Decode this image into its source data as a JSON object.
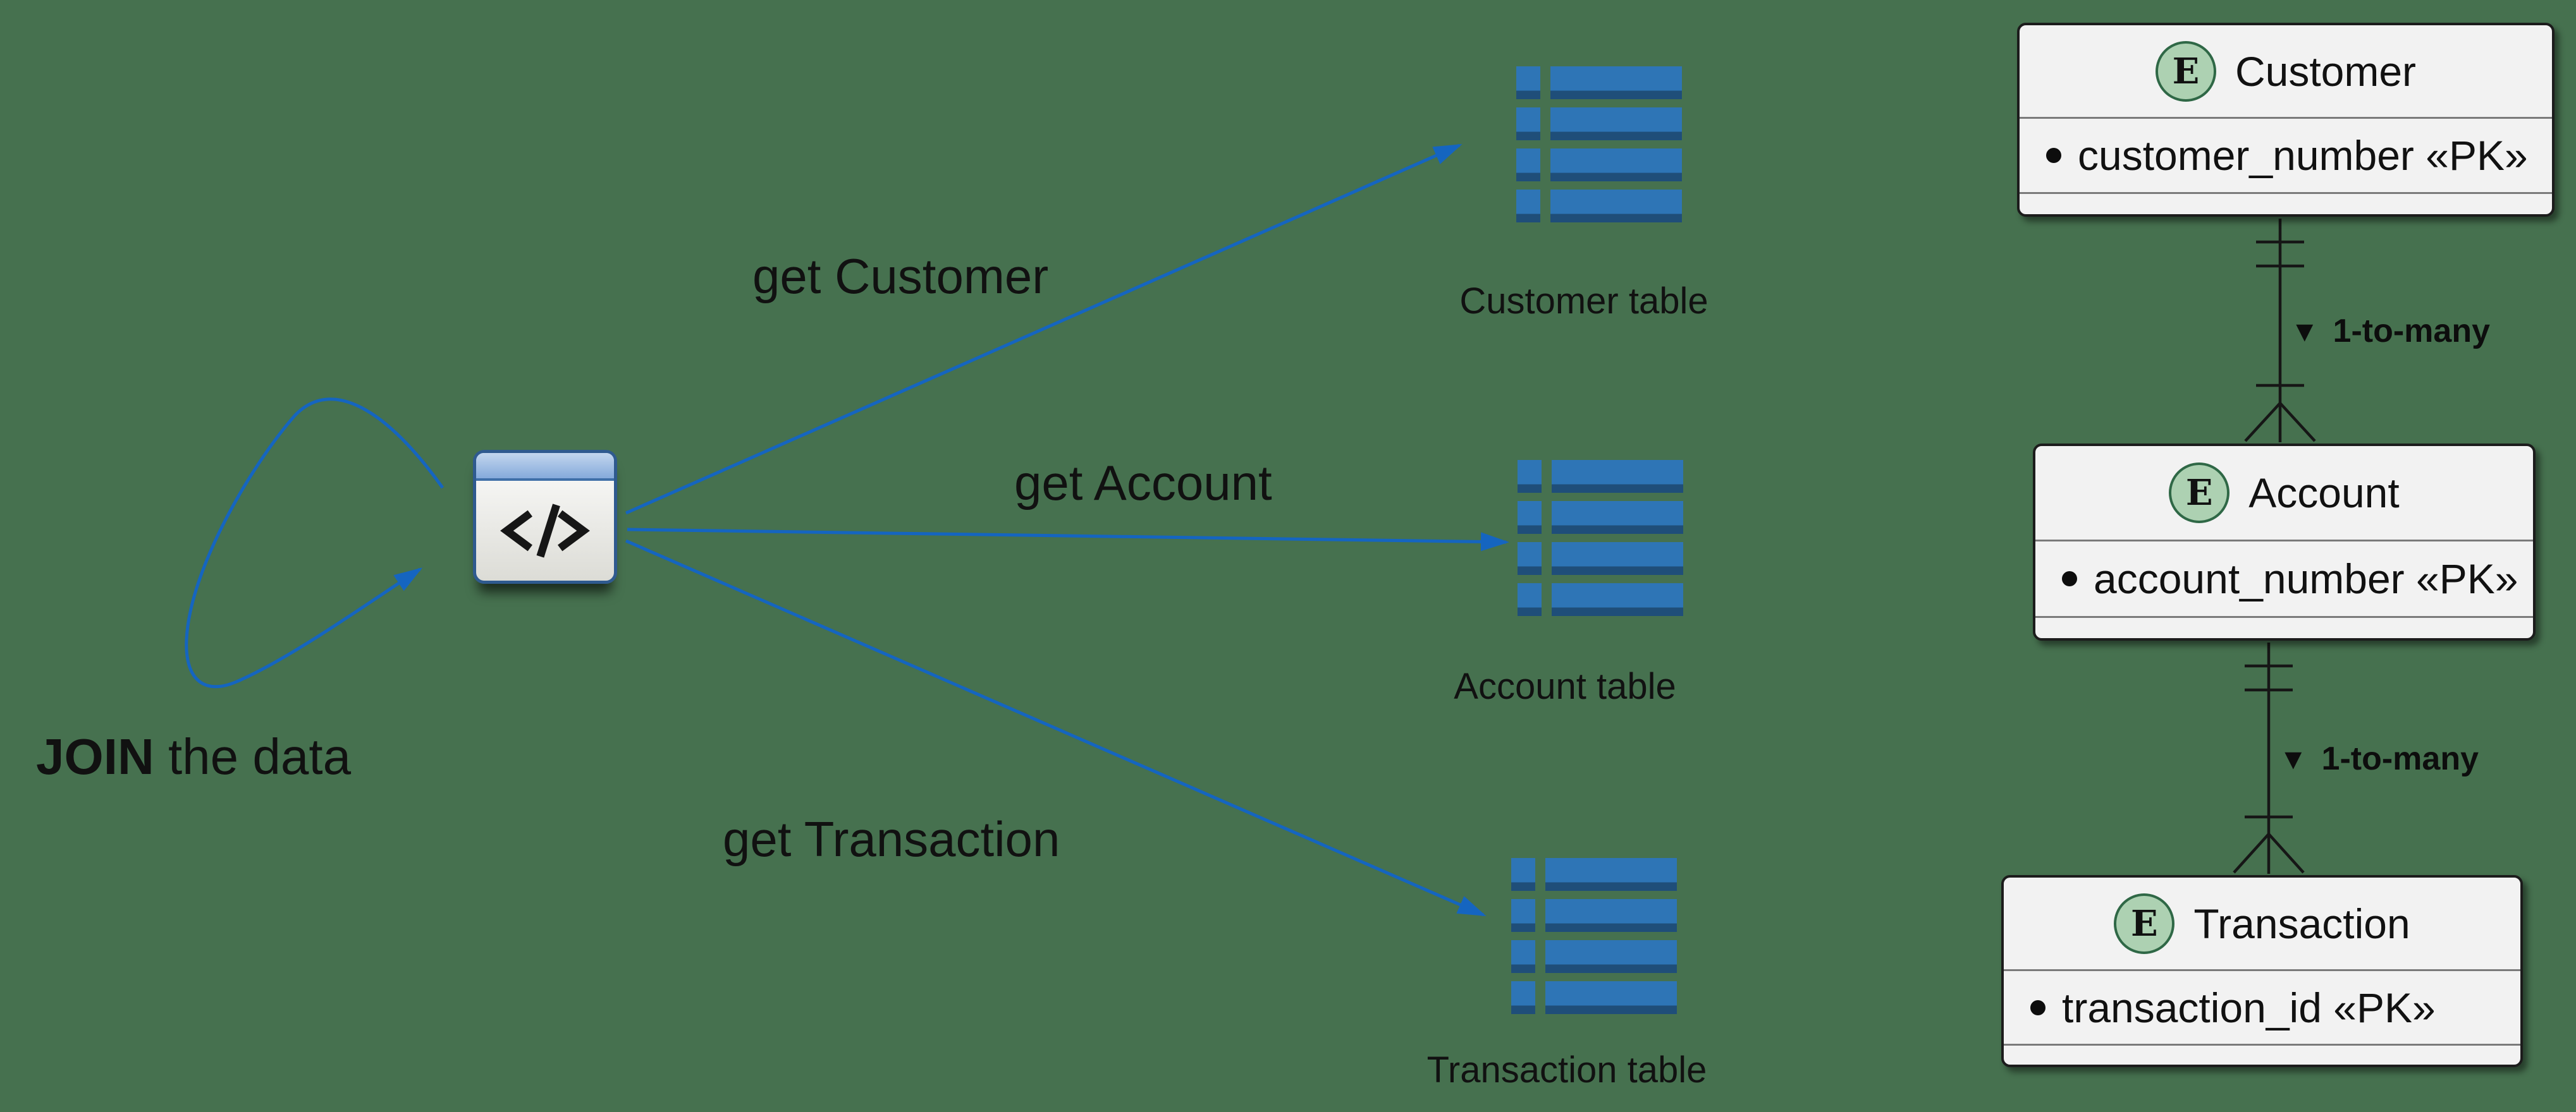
{
  "join_label": {
    "bold": "JOIN",
    "rest": " the data"
  },
  "icons": {
    "code_window": "</>",
    "table_icon": "blue-data-table"
  },
  "get_arrows": [
    {
      "label": "get Customer"
    },
    {
      "label": "get Account"
    },
    {
      "label": "get Transaction"
    }
  ],
  "tables": [
    {
      "label": "Customer table"
    },
    {
      "label": "Account table"
    },
    {
      "label": "Transaction table"
    }
  ],
  "entities": [
    {
      "stereotype": "E",
      "name": "Customer",
      "attributes": [
        {
          "bullet": "●",
          "text": "customer_number «PK»"
        }
      ]
    },
    {
      "stereotype": "E",
      "name": "Account",
      "attributes": [
        {
          "bullet": "●",
          "text": "account_number «PK»"
        }
      ]
    },
    {
      "stereotype": "E",
      "name": "Transaction",
      "attributes": [
        {
          "bullet": "●",
          "text": "transaction_id «PK»"
        }
      ]
    }
  ],
  "relationships": [
    {
      "marker": "▼",
      "label": "1-to-many",
      "from": "Customer",
      "to": "Account",
      "parent_cardinality": "exactly-one",
      "child_cardinality": "many"
    },
    {
      "marker": "▼",
      "label": "1-to-many",
      "from": "Account",
      "to": "Transaction",
      "parent_cardinality": "exactly-one",
      "child_cardinality": "many"
    }
  ],
  "colors": {
    "background": "#46714F",
    "arrow_blue": "#1565C0",
    "table_blue": "#2E75B6",
    "table_blue_dark": "#1F4E79",
    "entity_fill": "#F2F2F2",
    "entity_circle_fill": "#ADD1B2",
    "icon_titlebar_blue": "#85AADB",
    "line_black": "#161616"
  }
}
